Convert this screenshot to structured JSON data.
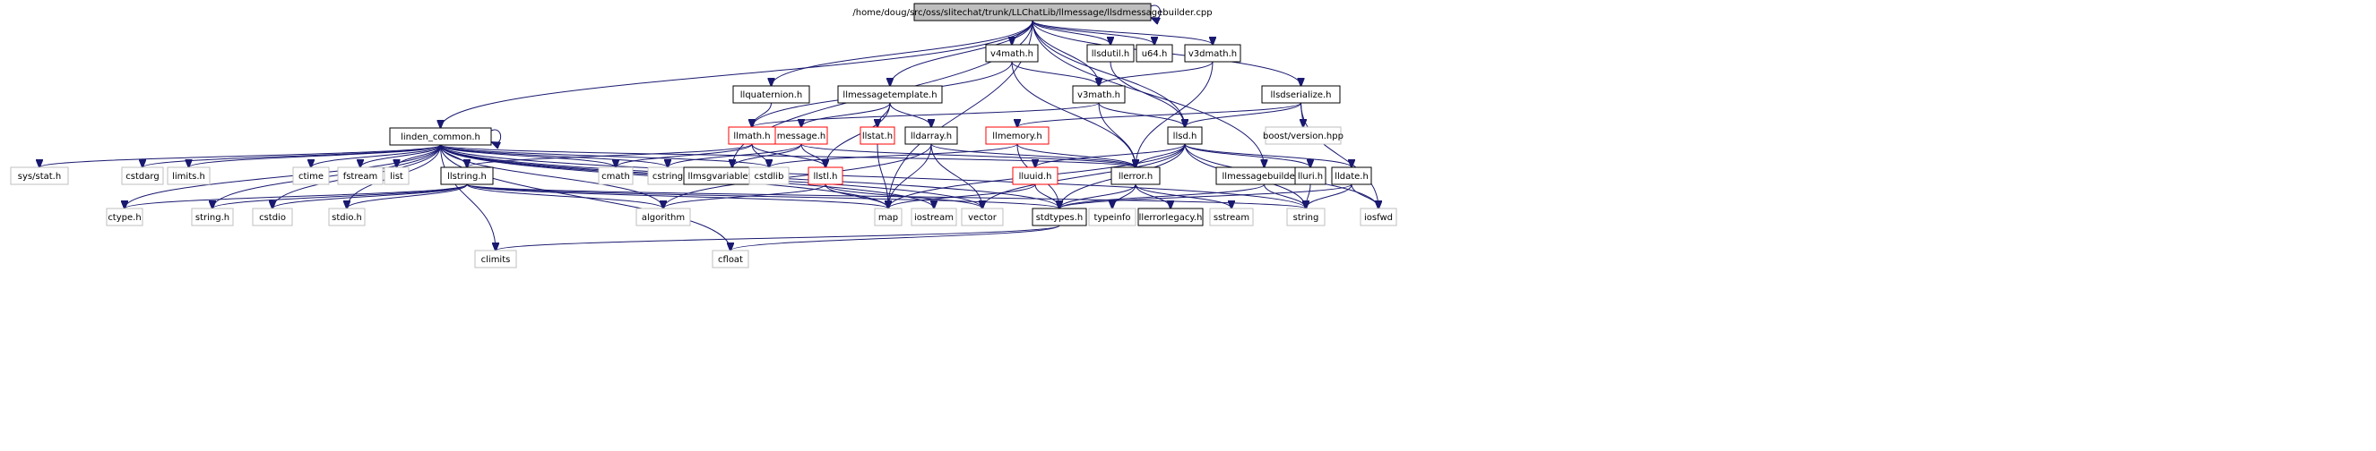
{
  "colors": {
    "edge": "#191970",
    "root_fill": "#bfbfbf",
    "documented_border": "#000000",
    "undocumented_border": "#bfbfbf",
    "truncated_border": "#ff0000"
  },
  "nodes": [
    {
      "id": "root",
      "label": "/home/doug/src/oss/slitechat/trunk/LLChatLib/llmessage/llsdmessagebuilder.cpp",
      "kind": "root"
    },
    {
      "id": "linden_common",
      "label": "linden_common.h",
      "kind": "documented"
    },
    {
      "id": "llquaternion",
      "label": "llquaternion.h",
      "kind": "documented"
    },
    {
      "id": "v4math",
      "label": "v4math.h",
      "kind": "documented"
    },
    {
      "id": "llmessagetemplate",
      "label": "llmessagetemplate.h",
      "kind": "documented"
    },
    {
      "id": "llsdutil",
      "label": "llsdutil.h",
      "kind": "documented"
    },
    {
      "id": "u64",
      "label": "u64.h",
      "kind": "documented"
    },
    {
      "id": "v3dmath",
      "label": "v3dmath.h",
      "kind": "documented"
    },
    {
      "id": "llsdserialize",
      "label": "llsdserialize.h",
      "kind": "documented"
    },
    {
      "id": "v3math",
      "label": "v3math.h",
      "kind": "documented"
    },
    {
      "id": "llmath",
      "label": "llmath.h",
      "kind": "truncated"
    },
    {
      "id": "message",
      "label": "message.h",
      "kind": "truncated"
    },
    {
      "id": "llstat",
      "label": "llstat.h",
      "kind": "truncated"
    },
    {
      "id": "lldarray",
      "label": "lldarray.h",
      "kind": "documented"
    },
    {
      "id": "llmemory",
      "label": "llmemory.h",
      "kind": "truncated"
    },
    {
      "id": "llsd",
      "label": "llsd.h",
      "kind": "documented"
    },
    {
      "id": "boost_version",
      "label": "boost/version.hpp",
      "kind": "undocumented"
    },
    {
      "id": "sys_stat",
      "label": "sys/stat.h",
      "kind": "undocumented"
    },
    {
      "id": "cstdarg",
      "label": "cstdarg",
      "kind": "undocumented"
    },
    {
      "id": "limits",
      "label": "limits.h",
      "kind": "undocumented"
    },
    {
      "id": "ctime",
      "label": "ctime",
      "kind": "undocumented"
    },
    {
      "id": "fstream",
      "label": "fstream",
      "kind": "undocumented"
    },
    {
      "id": "list",
      "label": "list",
      "kind": "undocumented"
    },
    {
      "id": "llstring",
      "label": "llstring.h",
      "kind": "documented"
    },
    {
      "id": "cmath",
      "label": "cmath",
      "kind": "undocumented"
    },
    {
      "id": "cstring",
      "label": "cstring",
      "kind": "undocumented"
    },
    {
      "id": "llmsgvariabletype",
      "label": "llmsgvariabletype.h",
      "kind": "documented"
    },
    {
      "id": "cstdlib",
      "label": "cstdlib",
      "kind": "undocumented"
    },
    {
      "id": "llstl",
      "label": "llstl.h",
      "kind": "truncated"
    },
    {
      "id": "llerror",
      "label": "llerror.h",
      "kind": "documented"
    },
    {
      "id": "lluuid",
      "label": "lluuid.h",
      "kind": "truncated"
    },
    {
      "id": "llmessagebuilder",
      "label": "llmessagebuilder.h",
      "kind": "documented"
    },
    {
      "id": "lluri",
      "label": "lluri.h",
      "kind": "documented"
    },
    {
      "id": "lldate",
      "label": "lldate.h",
      "kind": "documented"
    },
    {
      "id": "ctype",
      "label": "ctype.h",
      "kind": "undocumented"
    },
    {
      "id": "string_h",
      "label": "string.h",
      "kind": "undocumented"
    },
    {
      "id": "cstdio",
      "label": "cstdio",
      "kind": "undocumented"
    },
    {
      "id": "stdio",
      "label": "stdio.h",
      "kind": "undocumented"
    },
    {
      "id": "algorithm",
      "label": "algorithm",
      "kind": "undocumented"
    },
    {
      "id": "map",
      "label": "map",
      "kind": "undocumented"
    },
    {
      "id": "iostream",
      "label": "iostream",
      "kind": "undocumented"
    },
    {
      "id": "vector",
      "label": "vector",
      "kind": "undocumented"
    },
    {
      "id": "stdtypes",
      "label": "stdtypes.h",
      "kind": "documented"
    },
    {
      "id": "typeinfo",
      "label": "typeinfo",
      "kind": "undocumented"
    },
    {
      "id": "llerrorlegacy",
      "label": "llerrorlegacy.h",
      "kind": "documented"
    },
    {
      "id": "sstream",
      "label": "sstream",
      "kind": "undocumented"
    },
    {
      "id": "string",
      "label": "string",
      "kind": "undocumented"
    },
    {
      "id": "iosfwd",
      "label": "iosfwd",
      "kind": "undocumented"
    },
    {
      "id": "climits",
      "label": "climits",
      "kind": "undocumented"
    },
    {
      "id": "cfloat",
      "label": "cfloat",
      "kind": "undocumented"
    }
  ],
  "edges": [
    [
      "root",
      "root"
    ],
    [
      "root",
      "linden_common"
    ],
    [
      "root",
      "llquaternion"
    ],
    [
      "root",
      "v4math"
    ],
    [
      "root",
      "llmessagetemplate"
    ],
    [
      "root",
      "llsdutil"
    ],
    [
      "root",
      "u64"
    ],
    [
      "root",
      "v3dmath"
    ],
    [
      "root",
      "llsdserialize"
    ],
    [
      "root",
      "v3math"
    ],
    [
      "root",
      "llsd"
    ],
    [
      "root",
      "llmessagebuilder"
    ],
    [
      "root",
      "llmsgvariabletype"
    ],
    [
      "root",
      "map"
    ],
    [
      "linden_common",
      "linden_common"
    ],
    [
      "linden_common",
      "sys_stat"
    ],
    [
      "linden_common",
      "cstdarg"
    ],
    [
      "linden_common",
      "limits"
    ],
    [
      "linden_common",
      "ctime"
    ],
    [
      "linden_common",
      "fstream"
    ],
    [
      "linden_common",
      "list"
    ],
    [
      "linden_common",
      "llstring"
    ],
    [
      "linden_common",
      "cmath"
    ],
    [
      "linden_common",
      "cstring"
    ],
    [
      "linden_common",
      "cstdlib"
    ],
    [
      "linden_common",
      "llerror"
    ],
    [
      "linden_common",
      "ctype"
    ],
    [
      "linden_common",
      "string_h"
    ],
    [
      "linden_common",
      "cstdio"
    ],
    [
      "linden_common",
      "stdio"
    ],
    [
      "linden_common",
      "algorithm"
    ],
    [
      "linden_common",
      "map"
    ],
    [
      "linden_common",
      "iostream"
    ],
    [
      "linden_common",
      "vector"
    ],
    [
      "linden_common",
      "stdtypes"
    ],
    [
      "linden_common",
      "string"
    ],
    [
      "linden_common",
      "climits"
    ],
    [
      "linden_common",
      "cfloat"
    ],
    [
      "llquaternion",
      "llmath"
    ],
    [
      "v4math",
      "llmath"
    ],
    [
      "v4math",
      "v3math"
    ],
    [
      "v4math",
      "llerror"
    ],
    [
      "llmessagetemplate",
      "message"
    ],
    [
      "llmessagetemplate",
      "llstl"
    ],
    [
      "llmessagetemplate",
      "llstat"
    ],
    [
      "llmessagetemplate",
      "lldarray"
    ],
    [
      "llsdutil",
      "llsd"
    ],
    [
      "v3dmath",
      "v3math"
    ],
    [
      "v3dmath",
      "llerror"
    ],
    [
      "llsdserialize",
      "llmemory"
    ],
    [
      "llsdserialize",
      "llsd"
    ],
    [
      "llsdserialize",
      "boost_version"
    ],
    [
      "llsdserialize",
      "iosfwd"
    ],
    [
      "v3math",
      "llmath"
    ],
    [
      "v3math",
      "llerror"
    ],
    [
      "v3math",
      "llsd"
    ],
    [
      "llmath",
      "llstring"
    ],
    [
      "llmath",
      "cmath"
    ],
    [
      "llmath",
      "cstdlib"
    ],
    [
      "llmath",
      "llstl"
    ],
    [
      "message",
      "cstring"
    ],
    [
      "message",
      "llmsgvariabletype"
    ],
    [
      "message",
      "llstl"
    ],
    [
      "message",
      "llerror"
    ],
    [
      "llstat",
      "map"
    ],
    [
      "lldarray",
      "llerror"
    ],
    [
      "lldarray",
      "map"
    ],
    [
      "lldarray",
      "vector"
    ],
    [
      "lldarray",
      "algorithm"
    ],
    [
      "llmemory",
      "cstdlib"
    ],
    [
      "llmemory",
      "llerror"
    ],
    [
      "llmemory",
      "stdtypes"
    ],
    [
      "llsd",
      "llerror"
    ],
    [
      "llsd",
      "map"
    ],
    [
      "llsd",
      "lluuid"
    ],
    [
      "llsd",
      "stdtypes"
    ],
    [
      "llsd",
      "lluri"
    ],
    [
      "llsd",
      "lldate"
    ],
    [
      "llsd",
      "string"
    ],
    [
      "llsd",
      "vector"
    ],
    [
      "llsd",
      "iosfwd"
    ],
    [
      "llstring",
      "ctype"
    ],
    [
      "llstring",
      "string_h"
    ],
    [
      "llstring",
      "cstdio"
    ],
    [
      "llstring",
      "stdio"
    ],
    [
      "llstring",
      "algorithm"
    ],
    [
      "llstring",
      "map"
    ],
    [
      "llstring",
      "stdtypes"
    ],
    [
      "llstring",
      "string"
    ],
    [
      "llstl",
      "map"
    ],
    [
      "llstl",
      "algorithm"
    ],
    [
      "llstl",
      "vector"
    ],
    [
      "llerror",
      "stdtypes"
    ],
    [
      "llerror",
      "typeinfo"
    ],
    [
      "llerror",
      "llerrorlegacy"
    ],
    [
      "llerror",
      "sstream"
    ],
    [
      "lluuid",
      "map"
    ],
    [
      "lluuid",
      "stdtypes"
    ],
    [
      "llmessagebuilder",
      "string"
    ],
    [
      "llmessagebuilder",
      "stdtypes"
    ],
    [
      "lluri",
      "string"
    ],
    [
      "lldate",
      "string"
    ],
    [
      "lldate",
      "iosfwd"
    ],
    [
      "lldate",
      "stdtypes"
    ],
    [
      "stdtypes",
      "climits"
    ],
    [
      "stdtypes",
      "cfloat"
    ]
  ]
}
